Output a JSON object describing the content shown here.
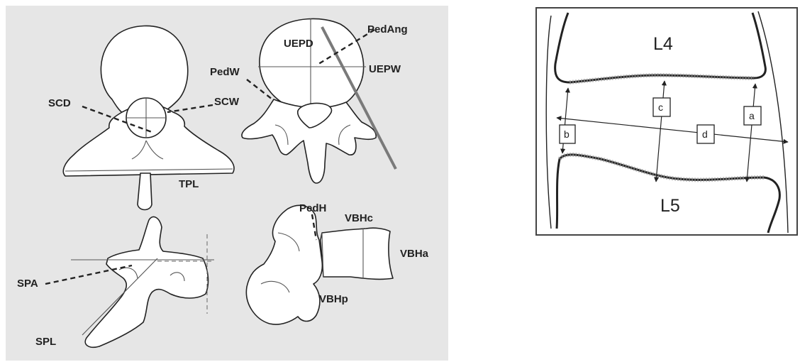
{
  "left_figure": {
    "labels": {
      "scd": "SCD",
      "scw": "SCW",
      "tpl": "TPL",
      "uepd": "UEPD",
      "pedang": "PedAng",
      "pedw": "PedW",
      "uepw": "UEPW",
      "spa": "SPA",
      "spl": "SPL",
      "pedh": "PedH",
      "vbhc": "VBHc",
      "vbha": "VBHa",
      "vbhp": "VBHp"
    },
    "background_color": "#e6e6e6"
  },
  "right_figure": {
    "vertebra_top": "L4",
    "vertebra_bottom": "L5",
    "measures": {
      "a": "a",
      "b": "b",
      "c": "c",
      "d": "d"
    }
  }
}
